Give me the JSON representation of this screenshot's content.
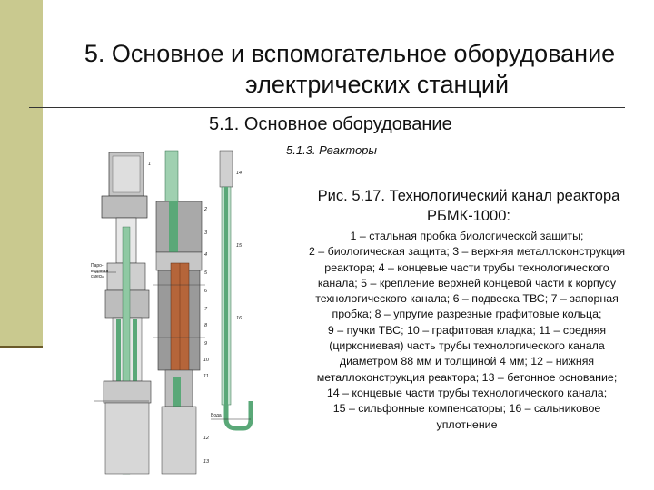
{
  "slide": {
    "title_line1": "5. Основное и вспомогательное оборудование",
    "title_line2": "электрических станций",
    "subtitle": "5.1. Основное оборудование",
    "subsection": "5.1.3. Реакторы"
  },
  "caption": {
    "heading_line1": "Рис. 5.17. Технологический канал реактора",
    "heading_line2": "РБМК-1000:",
    "lines": [
      "1 – стальная пробка биологической защиты;",
      "2 – биологическая защита; 3 – верхняя металлоконструкция",
      "реактора; 4 – концевые части трубы технологического",
      "канала; 5 – крепление верхней концевой части к корпусу",
      "технологического канала; 6 – подвеска ТВС; 7 – запорная",
      "пробка; 8 – упругие разрезные графитовые кольца;",
      "9 – пучки ТВС; 10 – графитовая кладка; 11 – средняя",
      "(циркониевая) часть трубы технологического канала",
      "диаметром 88 мм и толщиной 4 мм; 12 – нижняя",
      "металлоконструкция реактора; 13 – бетонное основание;",
      "14 – концевые части трубы технологического канала;",
      "15 – сильфонные компенсаторы; 16 – сальниковое",
      "уплотнение"
    ]
  },
  "figure": {
    "label_steam_1": "Паро-",
    "label_steam_2": "водяная",
    "label_steam_3": "смесь",
    "label_water": "Вода",
    "callouts": [
      "1",
      "2",
      "3",
      "4",
      "5",
      "6",
      "7",
      "8",
      "9",
      "10",
      "11",
      "12",
      "13",
      "14",
      "15",
      "16"
    ]
  },
  "colors": {
    "sidebar": "#c9c98f",
    "sidebar_tick": "#6a5a2a",
    "pipe_green": "#5aa878",
    "fuel_brown": "#b5653a",
    "concrete": "#b9b9b9"
  }
}
